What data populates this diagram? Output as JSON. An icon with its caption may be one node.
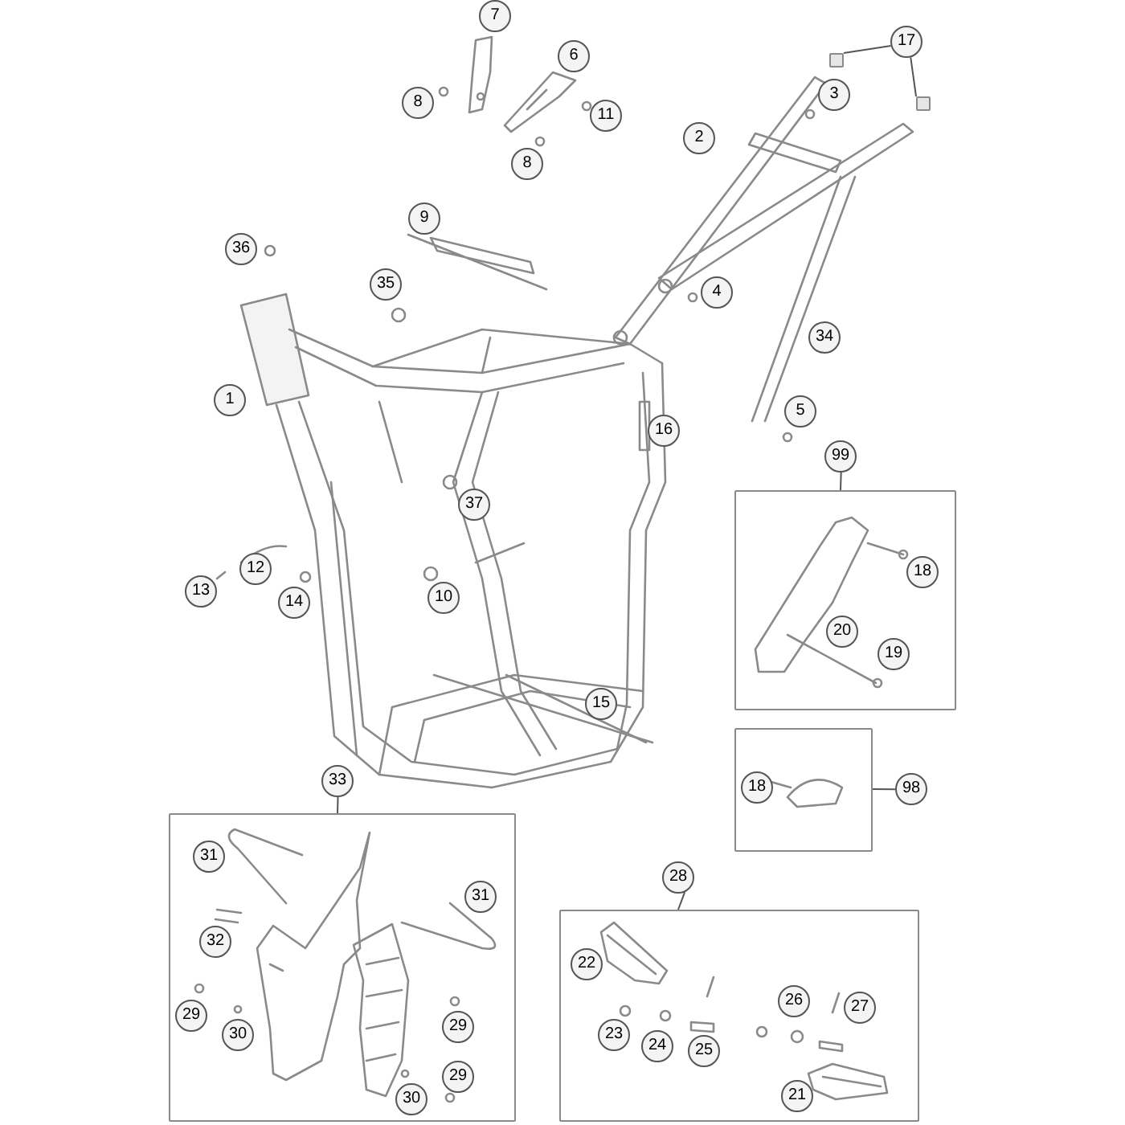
{
  "diagram": {
    "nodes": [
      {
        "text": [
          "7"
        ]
      },
      {
        "text": [
          "6"
        ]
      },
      {
        "text": [
          "17"
        ]
      },
      {
        "text": [],
        "shape": "box"
      },
      {
        "text": [],
        "shape": "box"
      },
      {
        "text": [
          "3"
        ]
      },
      {
        "text": [
          "8"
        ]
      },
      {
        "text": [
          "11"
        ]
      },
      {
        "text": [
          "2"
        ]
      },
      {
        "text": [
          "8"
        ]
      },
      {
        "text": [
          "9"
        ]
      },
      {
        "text": [
          "36"
        ]
      },
      {
        "text": [
          "35"
        ]
      },
      {
        "text": [
          "4"
        ]
      },
      {
        "text": [
          "34"
        ]
      },
      {
        "text": [
          "1"
        ]
      },
      {
        "text": [
          "5"
        ]
      },
      {
        "text": [
          "16"
        ]
      },
      {
        "text": [
          "99"
        ]
      },
      {
        "text": [],
        "shape": "box"
      },
      {
        "text": [
          "37"
        ]
      },
      {
        "text": [
          "12"
        ]
      },
      {
        "text": [
          "18"
        ],
        "in": 19
      },
      {
        "text": [
          "13"
        ]
      },
      {
        "text": [
          "10"
        ]
      },
      {
        "text": [
          "14"
        ]
      },
      {
        "text": [
          "20"
        ],
        "in": 19
      },
      {
        "text": [
          "19"
        ],
        "in": 19
      },
      {
        "text": [
          "15"
        ]
      },
      {
        "text": [],
        "shape": "box"
      },
      {
        "text": [
          "18"
        ],
        "in": 29
      },
      {
        "text": [
          "98"
        ]
      },
      {
        "text": [
          "33"
        ]
      },
      {
        "text": [],
        "shape": "box"
      },
      {
        "text": [
          "31"
        ],
        "in": 33
      },
      {
        "text": [
          "28"
        ]
      },
      {
        "text": [],
        "shape": "box"
      },
      {
        "text": [
          "31"
        ],
        "in": 33
      },
      {
        "text": [
          "32"
        ],
        "in": 33
      },
      {
        "text": [
          "22"
        ],
        "in": 36
      },
      {
        "text": [
          "26"
        ],
        "in": 36
      },
      {
        "text": [
          "27"
        ],
        "in": 36
      },
      {
        "text": [
          "29"
        ],
        "in": 33
      },
      {
        "text": [
          "29"
        ],
        "in": 33
      },
      {
        "text": [
          "23"
        ],
        "in": 36
      },
      {
        "text": [
          "30"
        ],
        "in": 33
      },
      {
        "text": [
          "24"
        ],
        "in": 36
      },
      {
        "text": [
          "25"
        ],
        "in": 36
      },
      {
        "text": [
          "29"
        ],
        "in": 33
      },
      {
        "text": [
          "21"
        ],
        "in": 36
      },
      {
        "text": [
          "30"
        ],
        "in": 33
      }
    ],
    "edges": [
      {
        "from": 2,
        "to": 3,
        "arrow": "none"
      },
      {
        "from": 2,
        "to": 4,
        "arrow": "none"
      },
      {
        "from": 18,
        "to": 19,
        "arrow": "none"
      },
      {
        "from": 31,
        "to": 29,
        "arrow": "none"
      },
      {
        "from": 32,
        "to": 33,
        "arrow": "none"
      },
      {
        "from": 35,
        "to": 36,
        "arrow": "none"
      }
    ]
  }
}
